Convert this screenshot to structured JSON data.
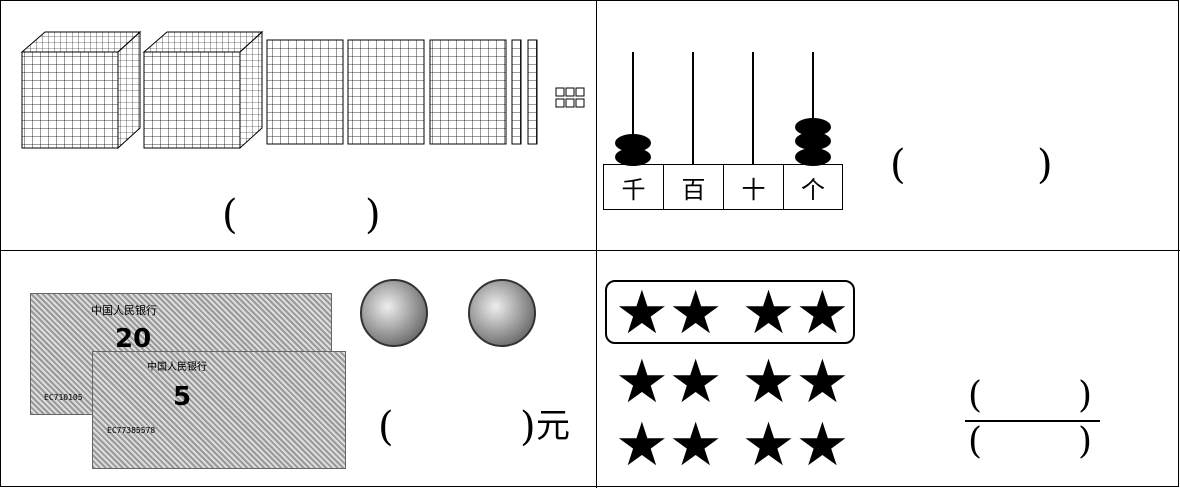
{
  "q1": {
    "answer_open": "(",
    "answer_close": ")"
  },
  "q2": {
    "place_labels": [
      "千",
      "百",
      "十",
      "个"
    ],
    "beads": [
      2,
      0,
      0,
      3
    ],
    "answer_open": "(",
    "answer_close": ")"
  },
  "q3": {
    "note_big_value": "20",
    "note_small_value": "5",
    "note_text": "中国人民银行",
    "serial_1": "EC710105",
    "serial_2": "EC77385578",
    "answer_open": "(",
    "answer_close": ")",
    "answer_unit": "元"
  },
  "q4": {
    "star_rows": [
      "★★ ★★",
      "★★ ★★",
      "★★ ★★"
    ],
    "num_open": "(",
    "num_close": ")",
    "den_open": "(",
    "den_close": ")"
  }
}
